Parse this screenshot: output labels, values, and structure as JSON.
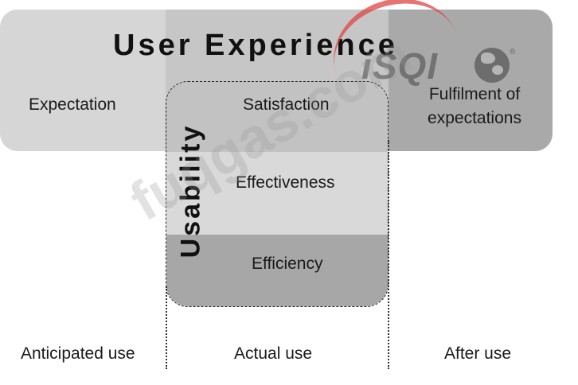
{
  "diagram": {
    "title": "User Experience",
    "top_labels": {
      "expectation": "Expectation",
      "fulfilment": "Fulfilment of expectations"
    },
    "usability": {
      "title": "Usability",
      "items": [
        "Satisfaction",
        "Effectiveness",
        "Efficiency"
      ]
    },
    "phases": [
      "Anticipated use",
      "Actual use",
      "After use"
    ],
    "colors": {
      "left_segment": "#d6d6d6",
      "middle_segment": "#c6c6c6",
      "right_segment": "#a9a9a9",
      "usability_mid": "#d9d9d9",
      "usability_bottom": "#a7a7a7"
    }
  },
  "watermarks": {
    "logo": "iSQI",
    "registered": "®",
    "site": "fuqgas.com"
  }
}
